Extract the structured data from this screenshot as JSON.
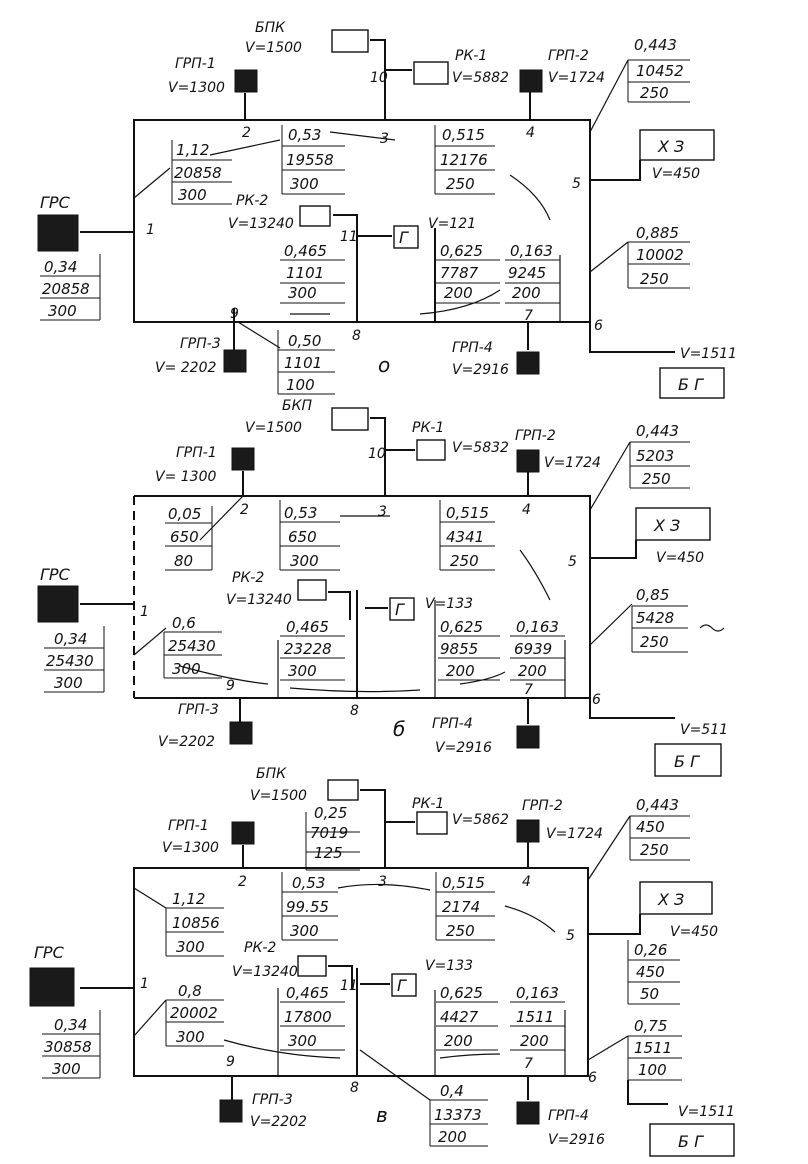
{
  "panels": [
    {
      "letter": "о",
      "nodes": [
        "1",
        "2",
        "3",
        "4",
        "5",
        "6",
        "7",
        "8",
        "9",
        "10",
        "11"
      ],
      "source": {
        "name": "ГРС",
        "d": "0,34",
        "q": "20858",
        "l": "300"
      },
      "grp1": {
        "name": "ГРП-1",
        "v": "V=1300"
      },
      "grp2": {
        "name": "ГРП-2",
        "v": "V=1724"
      },
      "grp3": {
        "name": "ГРП-3",
        "v": "V= 2202"
      },
      "grp4": {
        "name": "ГРП-4",
        "v": "V=2916"
      },
      "bpk": {
        "name": "БПК",
        "v": "V=1500"
      },
      "rk1": {
        "name": "РК-1",
        "v": "V=5882"
      },
      "rk2": {
        "name": "РК-2",
        "v": "V=13240"
      },
      "g": {
        "name": "Г",
        "v": "V=121"
      },
      "xz": {
        "name": "Х З",
        "v": "V=450"
      },
      "bg": {
        "name": "Б Г",
        "v": "V=1511"
      },
      "pipes": [
        {
          "d": "1,12",
          "q": "20858",
          "l": "300"
        },
        {
          "d": "0,53",
          "q": "19558",
          "l": "300"
        },
        {
          "d": "0,515",
          "q": "12176",
          "l": "250"
        },
        {
          "d": "0,443",
          "q": "10452",
          "l": "250"
        },
        {
          "d": "0,885",
          "q": "10002",
          "l": "250"
        },
        {
          "d": "0,465",
          "q": "1101",
          "l": "300"
        },
        {
          "d": "0,625",
          "q": "7787",
          "l": "200"
        },
        {
          "d": "0,163",
          "q": "9245",
          "l": "200"
        },
        {
          "d": "0,50",
          "q": "1101",
          "l": "100"
        }
      ]
    },
    {
      "letter": "б",
      "nodes": [
        "1",
        "2",
        "3",
        "4",
        "5",
        "6",
        "7",
        "8",
        "9",
        "10"
      ],
      "source": {
        "name": "ГРС",
        "d": "0,34",
        "q": "25430",
        "l": "300"
      },
      "grp1": {
        "name": "ГРП-1",
        "v": "V= 1300"
      },
      "grp2": {
        "name": "ГРП-2",
        "v": "V=1724"
      },
      "grp3": {
        "name": "ГРП-3",
        "v": "V=2202"
      },
      "grp4": {
        "name": "ГРП-4",
        "v": "V=2916"
      },
      "bpk": {
        "name": "БКП",
        "v": "V=1500"
      },
      "rk1": {
        "name": "РК-1",
        "v": "V=5832"
      },
      "rk2": {
        "name": "РК-2",
        "v": "V=13240"
      },
      "g": {
        "name": "Г",
        "v": "V=133"
      },
      "xz": {
        "name": "Х З",
        "v": "V=450"
      },
      "bg": {
        "name": "Б Г",
        "v": "V=511"
      },
      "pipes": [
        {
          "d": "0,05",
          "q": "650",
          "l": "80"
        },
        {
          "d": "0,53",
          "q": "650",
          "l": "300"
        },
        {
          "d": "0,515",
          "q": "4341",
          "l": "250"
        },
        {
          "d": "0,443",
          "q": "5203",
          "l": "250"
        },
        {
          "d": "0,85",
          "q": "5428",
          "l": "250"
        },
        {
          "d": "0,6",
          "q": "25430",
          "l": "300"
        },
        {
          "d": "0,465",
          "q": "23228",
          "l": "300"
        },
        {
          "d": "0,625",
          "q": "9855",
          "l": "200"
        },
        {
          "d": "0,163",
          "q": "6939",
          "l": "200"
        }
      ]
    },
    {
      "letter": "в",
      "nodes": [
        "1",
        "2",
        "3",
        "4",
        "5",
        "6",
        "7",
        "8",
        "9",
        "11"
      ],
      "source": {
        "name": "ГРС",
        "d": "0,34",
        "q": "30858",
        "l": "300"
      },
      "grp1": {
        "name": "ГРП-1",
        "v": "V=1300"
      },
      "grp2": {
        "name": "ГРП-2",
        "v": "V=1724"
      },
      "grp3": {
        "name": "ГРП-3",
        "v": "V=2202"
      },
      "grp4": {
        "name": "ГРП-4",
        "v": "V=2916"
      },
      "bpk": {
        "name": "БПК",
        "v": "V=1500"
      },
      "rk1": {
        "name": "РК-1",
        "v": "V=5862"
      },
      "rk2": {
        "name": "РК-2",
        "v": "V=13240"
      },
      "g": {
        "name": "Г",
        "v": "V=133"
      },
      "xz": {
        "name": "Х З",
        "v": "V=450"
      },
      "bg": {
        "name": "Б Г",
        "v": "V=1511"
      },
      "pipes": [
        {
          "d": "0,25",
          "q": "7019",
          "l": "125"
        },
        {
          "d": "1,12",
          "q": "10856",
          "l": "300"
        },
        {
          "d": "0,53",
          "q": "99.55",
          "l": "300"
        },
        {
          "d": "0,515",
          "q": "2174",
          "l": "250"
        },
        {
          "d": "0,443",
          "q": "450",
          "l": "250"
        },
        {
          "d": "0,26",
          "q": "450",
          "l": "50"
        },
        {
          "d": "0,75",
          "q": "1511",
          "l": "100"
        },
        {
          "d": "0,8",
          "q": "20002",
          "l": "300"
        },
        {
          "d": "0,465",
          "q": "17800",
          "l": "300"
        },
        {
          "d": "0,625",
          "q": "4427",
          "l": "200"
        },
        {
          "d": "0,163",
          "q": "1511",
          "l": "200"
        },
        {
          "d": "0,4",
          "q": "13373",
          "l": "200"
        }
      ]
    }
  ]
}
